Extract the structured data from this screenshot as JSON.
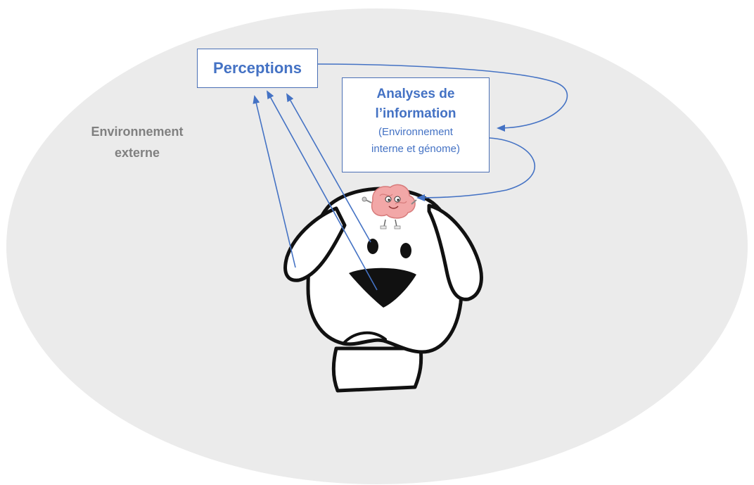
{
  "environment": {
    "line1": "Environnement",
    "line2": "externe"
  },
  "perceptions": {
    "label": "Perceptions"
  },
  "analyses": {
    "title_line1": "Analyses de",
    "title_line2": "l’information",
    "sub_line1": "(Environnement",
    "sub_line2": "interne et génome)"
  },
  "colors": {
    "environment_fill": "#ebebeb",
    "accent_blue": "#4472c4",
    "label_gray": "#808080"
  },
  "icons": [
    "dog-head-icon",
    "brain-mascot-icon",
    "arrow-icon"
  ]
}
